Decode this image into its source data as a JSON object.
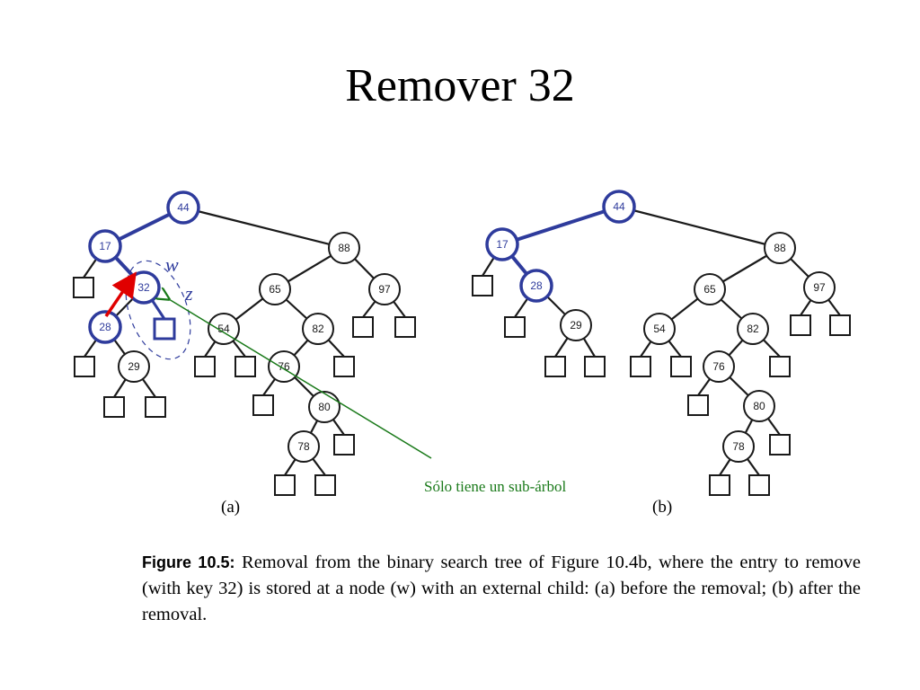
{
  "title": "Remover 32",
  "colors": {
    "highlight": "#2e3b9c",
    "normal": "#1a1a1a",
    "red_arrow": "#e00000",
    "annotation": "#1a7a1a"
  },
  "panels": {
    "a": {
      "label": "(a)",
      "nodes": [
        {
          "key": "44",
          "hl": true
        },
        {
          "key": "17",
          "hl": true
        },
        {
          "key": "88",
          "hl": false
        },
        {
          "key": "32",
          "hl": true
        },
        {
          "key": "65",
          "hl": false
        },
        {
          "key": "97",
          "hl": false
        },
        {
          "key": "28",
          "hl": true
        },
        {
          "key": "54",
          "hl": false
        },
        {
          "key": "82",
          "hl": false
        },
        {
          "key": "29",
          "hl": false
        },
        {
          "key": "76",
          "hl": false
        },
        {
          "key": "80",
          "hl": false
        },
        {
          "key": "78",
          "hl": false
        }
      ],
      "labels": {
        "w": "w",
        "z": "z"
      }
    },
    "b": {
      "label": "(b)",
      "nodes": [
        {
          "key": "44",
          "hl": true
        },
        {
          "key": "17",
          "hl": true
        },
        {
          "key": "88",
          "hl": false
        },
        {
          "key": "28",
          "hl": true
        },
        {
          "key": "65",
          "hl": false
        },
        {
          "key": "97",
          "hl": false
        },
        {
          "key": "29",
          "hl": false
        },
        {
          "key": "54",
          "hl": false
        },
        {
          "key": "82",
          "hl": false
        },
        {
          "key": "76",
          "hl": false
        },
        {
          "key": "80",
          "hl": false
        },
        {
          "key": "78",
          "hl": false
        }
      ]
    }
  },
  "annotation": "Sólo tiene un sub-árbol",
  "caption": {
    "figure_ref": "Figure 10.5:",
    "text": " Removal from the binary search tree of Figure 10.4b, where the entry to remove (with key 32) is stored at a node (w) with an external child: (a) before the removal; (b) after the removal."
  }
}
